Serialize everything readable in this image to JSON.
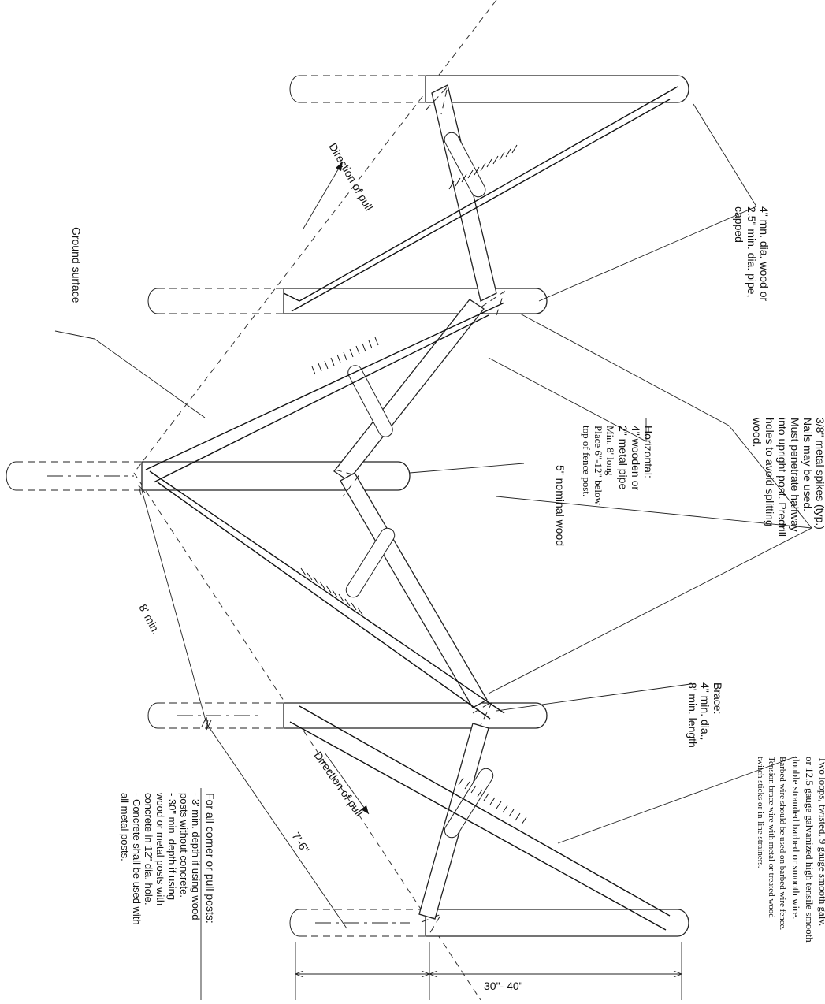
{
  "labels": {
    "posts_size": [
      "4\" mn. dia. wood or",
      "2.5\" min. dia. pipe,",
      "capped"
    ],
    "spikes": [
      "3/8\" metal spikes (typ.)",
      "Nails may be used.",
      "Must penetrate halfway",
      "into upright post.  Predrill",
      "holes to avoid splitting",
      "wood."
    ],
    "horizontal": [
      "Horizontal:",
      "4\" wooden or",
      "2\" metal pipe"
    ],
    "horizontal_serif": [
      "Min. 8' long",
      "Place 6\"-12\" below",
      "top of fence post."
    ],
    "nominal_wood": "5\" nominal wood",
    "brace": [
      "Brace:",
      "4\" min. dia.,",
      "8' min. length"
    ],
    "wire": [
      "Two loops, twisted, 9 gauge smooth galv.",
      "or 12.5 gauge galvanized high tensile smooth",
      "double stranded barbed or smooth wire.",
      "Barbed wire should be used on barbed wire fence.",
      "Tension brace wire with metal or treated wood",
      "twitch sticks or in-line strainers."
    ],
    "direction_pull_top": "Direction of pull",
    "direction_pull_bottom": "Direction of pull",
    "ground_surface": "Ground surface",
    "eight_min": "8' min.",
    "seven_six": "7'-6\"",
    "thirty_forty": "30\"- 40\"",
    "corner_posts": [
      "For all corner or pull posts:",
      "- 3' min. depth if using wood",
      "  posts without concrete.",
      "- 30\" min. depth if using",
      "  wood or metal posts with",
      "  concrete in 12\" dia. hole.",
      "- Concrete shall be used with",
      "  all metal posts."
    ]
  }
}
